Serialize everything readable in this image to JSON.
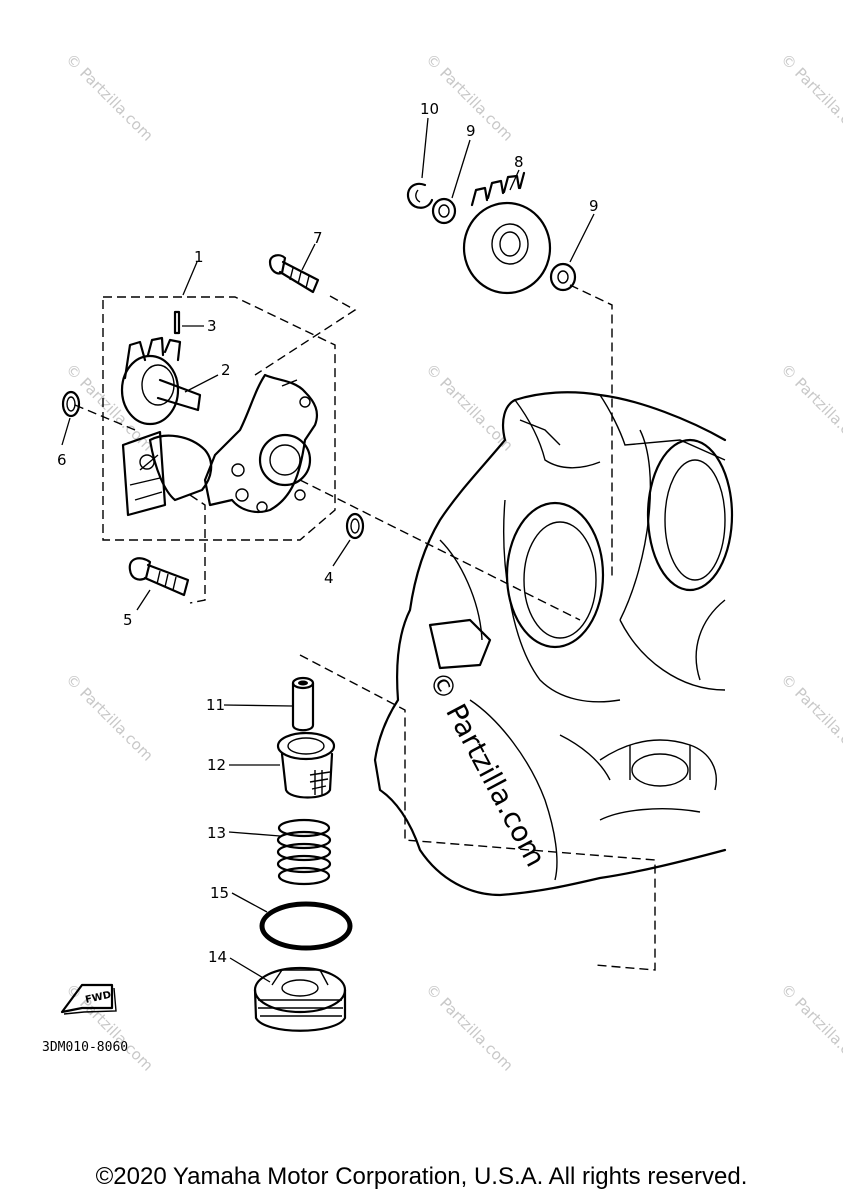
{
  "watermarks": {
    "tile_text": "© Partzilla.com",
    "center_text": "© Partzilla.com"
  },
  "callouts": [
    {
      "id": "c1",
      "label": "1"
    },
    {
      "id": "c2",
      "label": "2"
    },
    {
      "id": "c3",
      "label": "3"
    },
    {
      "id": "c4",
      "label": "4"
    },
    {
      "id": "c5",
      "label": "5"
    },
    {
      "id": "c6",
      "label": "6"
    },
    {
      "id": "c7",
      "label": "7"
    },
    {
      "id": "c8",
      "label": "8"
    },
    {
      "id": "c9a",
      "label": "9"
    },
    {
      "id": "c9b",
      "label": "9"
    },
    {
      "id": "c10",
      "label": "10"
    },
    {
      "id": "c11",
      "label": "11"
    },
    {
      "id": "c12",
      "label": "12"
    },
    {
      "id": "c13",
      "label": "13"
    },
    {
      "id": "c14",
      "label": "14"
    },
    {
      "id": "c15",
      "label": "15"
    }
  ],
  "fwd_badge": "FWD",
  "diagram_code": "3DM010-8060",
  "copyright": "©2020 Yamaha Motor Corporation, U.S.A. All rights reserved."
}
